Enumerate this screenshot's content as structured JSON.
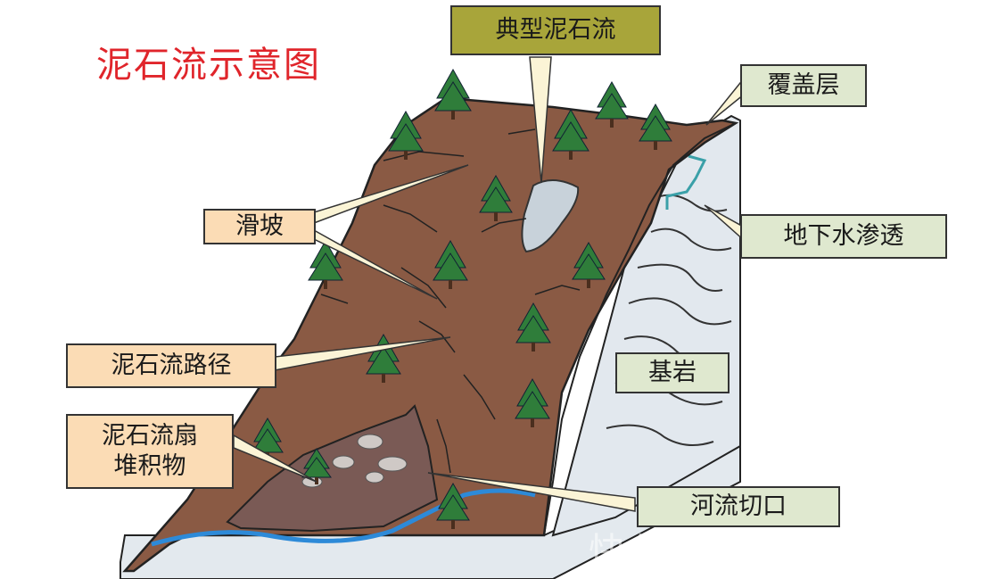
{
  "title": "泥石流示意图",
  "labels": {
    "typical": "典型泥石流",
    "cover": "覆盖层",
    "groundwater": "地下水渗透",
    "bedrock": "基岩",
    "landslide": "滑坡",
    "path": "泥石流路径",
    "fan": "泥石流扇\n堆积物",
    "river": "河流切口"
  },
  "watermark": "快传号 / 韩宗兴影",
  "colors": {
    "title": "#e0252b",
    "soil": "#8a5a44",
    "bedrock": "#dfe6ec",
    "river": "#2d8ad8",
    "tree": "#2f7d3a",
    "label_peach": "#fbdcb5",
    "label_green": "#dfe8cf",
    "label_olive": "#a8a53a"
  }
}
